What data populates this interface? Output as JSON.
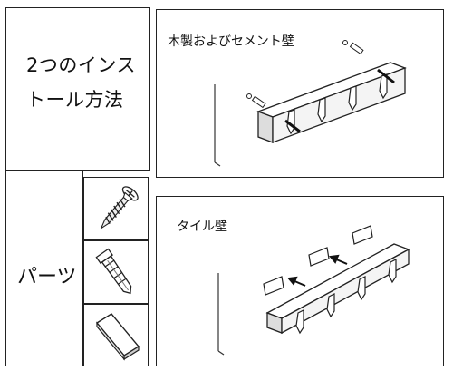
{
  "title": {
    "line1": "2つのインス",
    "line2": "トール方法"
  },
  "parts": {
    "label": "パーツ",
    "items": [
      {
        "icon": "screw-icon"
      },
      {
        "icon": "wall-anchor-icon"
      },
      {
        "icon": "adhesive-pad-icon"
      }
    ]
  },
  "methods": [
    {
      "label": "木製およびセメント壁",
      "illustration": "screw-mount-illustration"
    },
    {
      "label": "タイル壁",
      "illustration": "adhesive-mount-illustration"
    }
  ]
}
